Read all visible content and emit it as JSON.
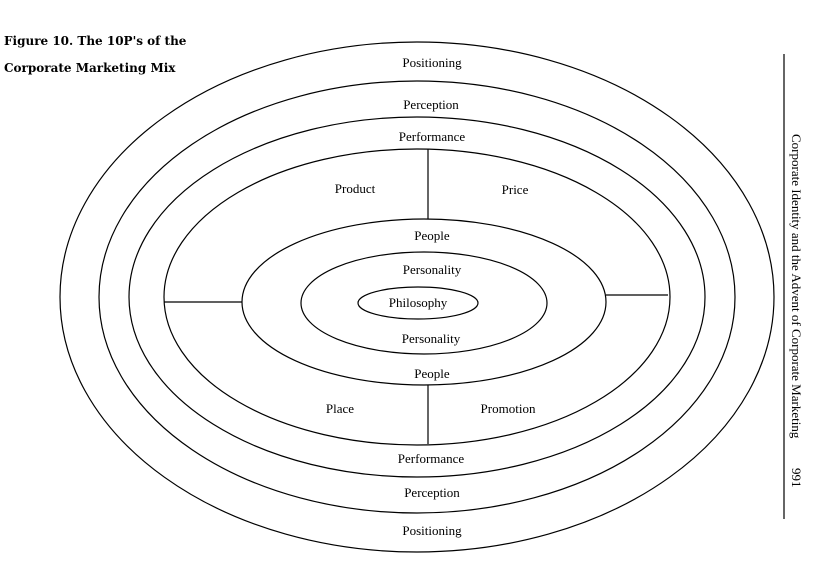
{
  "figure": {
    "title_line1": "Figure 10.  The 10P's of the",
    "title_line2": "Corporate Marketing Mix"
  },
  "diagram": {
    "positioning_top": "Positioning",
    "perception_top": "Perception",
    "performance_top": "Performance",
    "product": "Product",
    "price": "Price",
    "people_top": "People",
    "personality_top": "Personality",
    "philosophy": "Philosophy",
    "personality_bottom": "Personality",
    "people_bottom": "People",
    "place": "Place",
    "promotion": "Promotion",
    "performance_bottom": "Performance",
    "perception_bottom": "Perception",
    "positioning_bottom": "Positioning"
  },
  "running_head": {
    "text": "Corporate Identity and the Advent of Corporate Marketing",
    "page_number": "991"
  }
}
